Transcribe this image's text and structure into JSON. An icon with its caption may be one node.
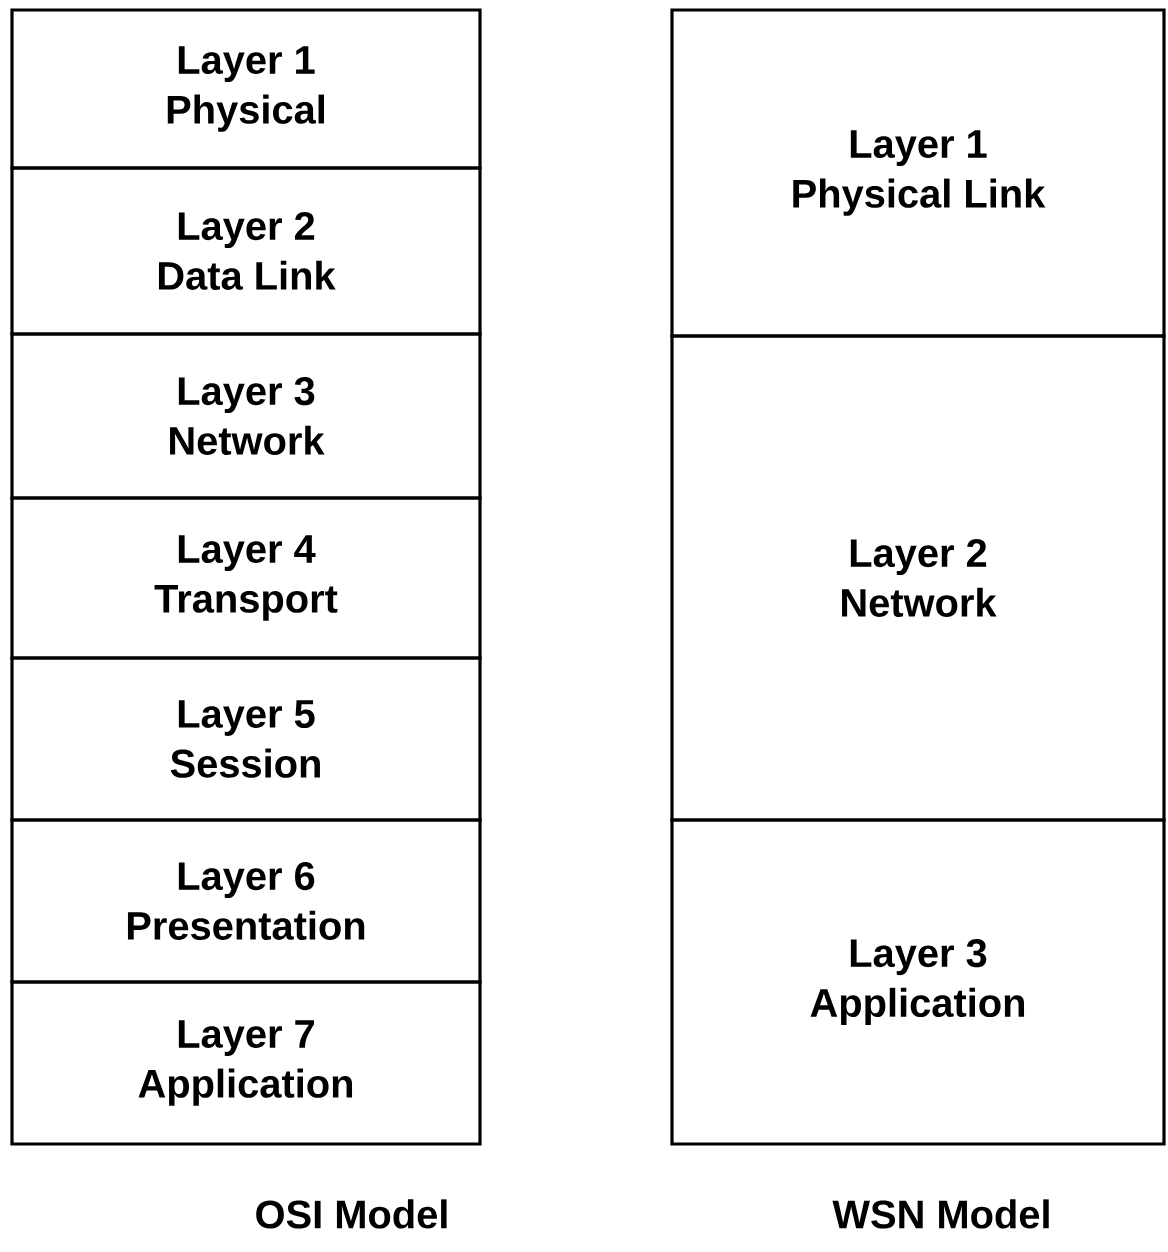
{
  "diagram": {
    "nodes": [
      {
        "text": [
          "Layer 1",
          "Physical"
        ]
      },
      {
        "text": [
          "Layer 2",
          "Data Link"
        ]
      },
      {
        "text": [
          "Layer 3",
          "Network"
        ]
      },
      {
        "text": [
          "Layer 4",
          "Transport"
        ]
      },
      {
        "text": [
          "Layer 5",
          "Session"
        ]
      },
      {
        "text": [
          "Layer 6",
          "Presentation"
        ]
      },
      {
        "text": [
          "Layer 7",
          "Application"
        ]
      },
      {
        "text": [
          "Layer 1",
          "Physical Link"
        ]
      },
      {
        "text": [
          "Layer 2",
          "Network"
        ]
      },
      {
        "text": [
          "Layer 3",
          "Application"
        ]
      }
    ],
    "labels": [
      "OSI Model",
      "WSN Model"
    ]
  }
}
